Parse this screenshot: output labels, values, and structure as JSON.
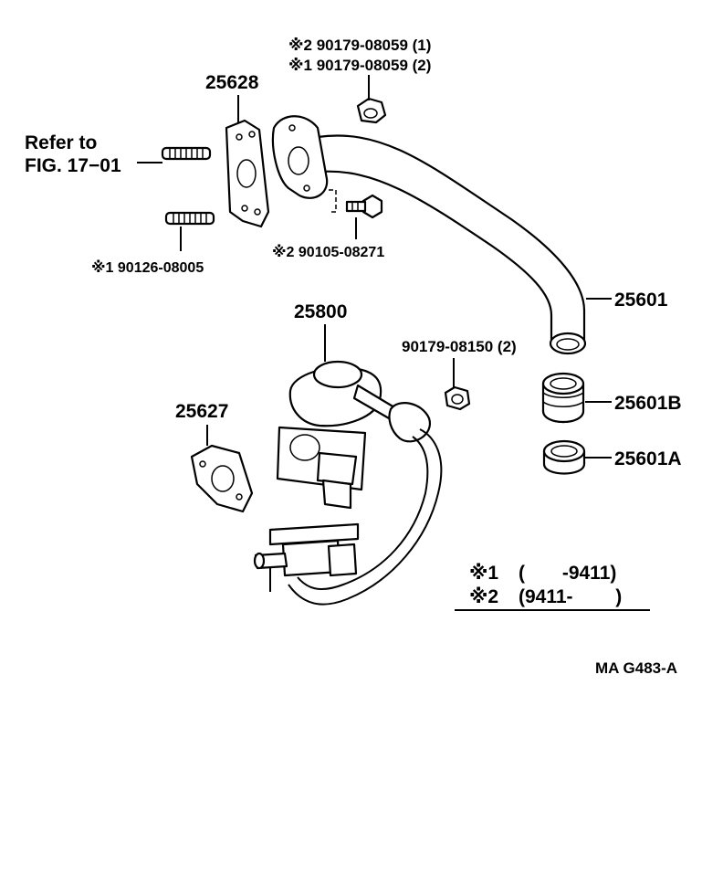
{
  "labels": {
    "p25628": "25628",
    "refer_line1": "Refer to",
    "refer_line2": "FIG. 17−01",
    "top_note1": "※2 90179-08059 (1)",
    "top_note2": "※1 90179-08059 (2)",
    "bolt1": "※1 90126-08005",
    "bolt2": "※2 90105-08271",
    "p25601": "25601",
    "p25800": "25800",
    "nut": "90179-08150 (2)",
    "p25627": "25627",
    "p25601B": "25601B",
    "p25601A": "25601A",
    "code": "MA G483-A"
  },
  "legend": {
    "row1_mark": "※1",
    "row1_range": "(       -9411)",
    "row2_mark": "※2",
    "row2_range": "(9411-        )"
  }
}
